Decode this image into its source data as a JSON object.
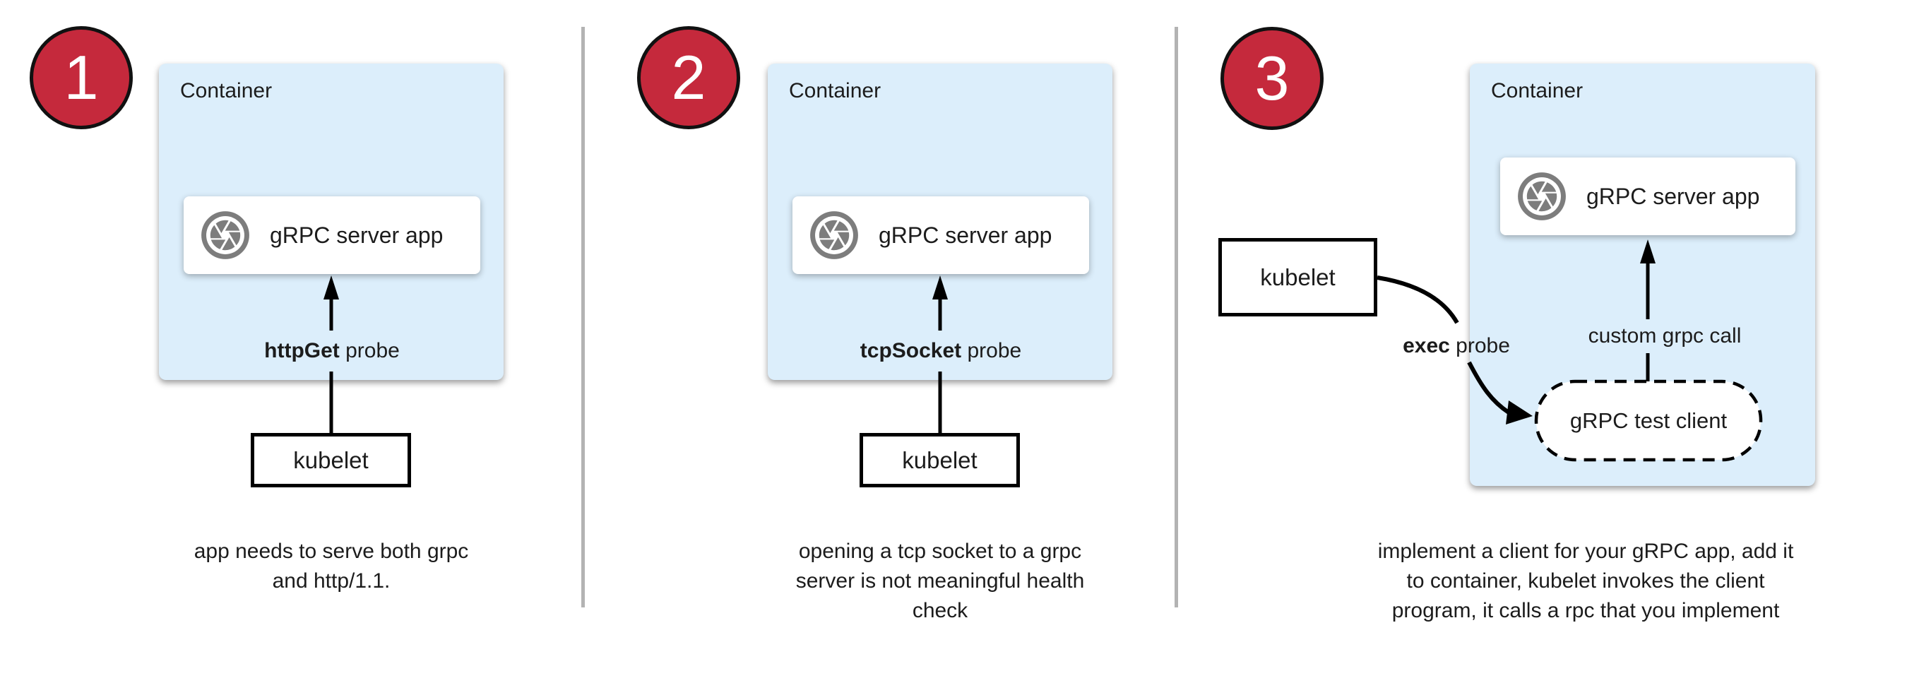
{
  "colors": {
    "badge": "#c5293c",
    "badge-border": "#111111",
    "container-fill": "#dceefb",
    "icon-gray": "#7d7d7d",
    "divider": "#b3b3b3",
    "text": "#1c1c1c"
  },
  "panels": [
    {
      "number": "1",
      "container_label": "Container",
      "app_label": "gRPC server app",
      "app_icon": "aperture-icon",
      "probe_bold": "httpGet",
      "probe_rest": "probe",
      "kubelet_label": "kubelet",
      "caption_lines": [
        "app needs to serve both grpc",
        "and http/1.1."
      ]
    },
    {
      "number": "2",
      "container_label": "Container",
      "app_label": "gRPC server app",
      "app_icon": "aperture-icon",
      "probe_bold": "tcpSocket",
      "probe_rest": "probe",
      "kubelet_label": "kubelet",
      "caption_lines": [
        "opening a tcp socket to a grpc",
        "server is not meaningful health",
        "check"
      ]
    },
    {
      "number": "3",
      "container_label": "Container",
      "app_label": "gRPC server app",
      "app_icon": "aperture-icon",
      "probe_bold": "exec",
      "probe_rest": "probe",
      "call_label": "custom grpc call",
      "client_label": "gRPC test client",
      "kubelet_label": "kubelet",
      "caption_lines": [
        "implement a client for your gRPC app, add it",
        "to container, kubelet invokes the client",
        "program, it calls a rpc that you implement"
      ]
    }
  ]
}
